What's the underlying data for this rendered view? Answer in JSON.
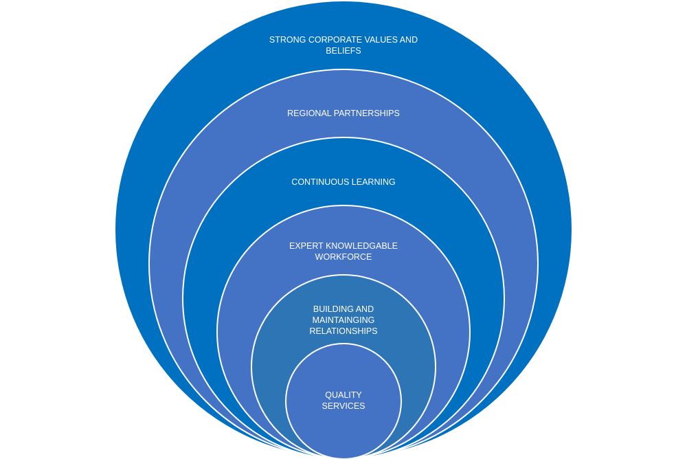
{
  "diagram": {
    "type": "nested-circles",
    "colors": {
      "outer": "#0070C0",
      "medium": "#4472C4",
      "teal_blue": "#2E75B6",
      "stroke": "#ffffff"
    },
    "layers": [
      {
        "label_lines": [
          "STRONG CORPORATE VALUES AND",
          "BELIEFS"
        ],
        "color": "#0070C0"
      },
      {
        "label_lines": [
          "REGIONAL PARTNERSHIPS"
        ],
        "color": "#4472C4"
      },
      {
        "label_lines": [
          "CONTINUOUS LEARNING"
        ],
        "color": "#0070C0"
      },
      {
        "label_lines": [
          "EXPERT KNOWLEDGABLE",
          "WORKFORCE"
        ],
        "color": "#4472C4"
      },
      {
        "label_lines": [
          "BUILDING AND",
          "MAINTAINGING",
          "RELATIONSHIPS"
        ],
        "color": "#2E75B6"
      },
      {
        "label_lines": [
          "QUALITY",
          "SERVICES"
        ],
        "color": "#4472C4"
      }
    ]
  }
}
